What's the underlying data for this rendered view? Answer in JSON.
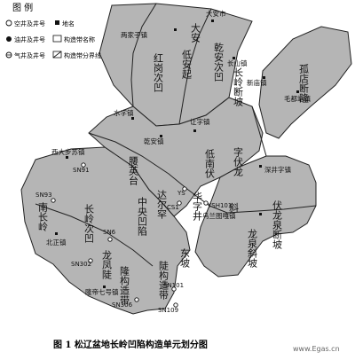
{
  "legend": {
    "title": "图 例",
    "items": [
      {
        "icon": "empty-well-icon",
        "label": "空井及井号"
      },
      {
        "icon": "place-name-icon",
        "label": "地名"
      },
      {
        "icon": "oil-well-icon",
        "label": "油井及井号"
      },
      {
        "icon": "structural-unit-name-icon",
        "label": "构造带名称"
      },
      {
        "icon": "gas-well-icon",
        "label": "气井及井号"
      },
      {
        "icon": "structural-boundary-icon",
        "label": "构造带分界线"
      }
    ]
  },
  "units": {
    "u_dakao": "大安",
    "u_hong": "红岗次凹",
    "u_anqi": "低安起",
    "u_anqi2": "乾安次凹",
    "u_changling": "长岭断坡",
    "u_gu": "孤店断隆",
    "u_yao": "腰英台",
    "u_daerqi": "达尔罕",
    "u_nan": "南长岭",
    "u_jiadi": "长岭次凹",
    "u_cijie": "低南伏",
    "u_fuyu": "字伏龙",
    "u_longfu": "伏龙泉断坡",
    "u_hua": "华字井",
    "u_zhong": "中央凹陷",
    "u_dong": "东坡",
    "u_longfeng": "龙凤陡",
    "u_longzao": "隆构造带",
    "u_hejie": "陡构造带",
    "u_anpo": "斜",
    "u_longquan": "龙泉斜坡"
  },
  "places": {
    "p1": "两家子镇",
    "p2": "大安市",
    "p3": "长山镇",
    "p4": "新庙镇",
    "p5": "毛都站镇",
    "p6": "水字镇",
    "p7": "乾安镇",
    "p8": "让字镇",
    "p9": "深井字镇",
    "p10": "西大步苏镇",
    "p11": "乌兰图嘎镇",
    "p12": "北正镇",
    "p13": "隆帝七号镇"
  },
  "wells": {
    "w1": "SN91",
    "w2": "SN93",
    "w3": "SN6",
    "w4": "SN302",
    "w5": "SN306",
    "w6": "SN101",
    "w7": "SN109",
    "w8": "YS",
    "w9": "CS1",
    "w10": "YSH101"
  },
  "caption": "图 1   松辽盆地长岭凹陷构造单元划分图",
  "watermark": "www.Egas.cn",
  "colors": {
    "shade": "#b5b5b5",
    "line": "#222222",
    "paper": "#ffffff"
  }
}
